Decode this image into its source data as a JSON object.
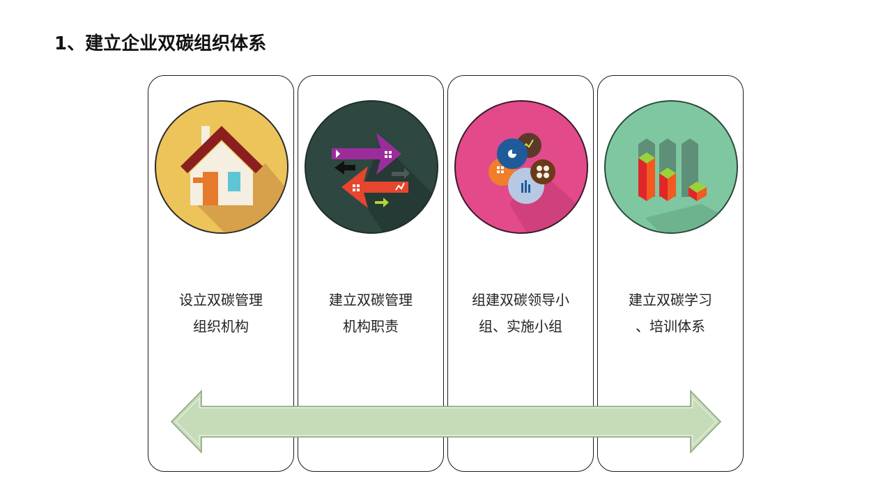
{
  "title": "1、建立企业双碳组织体系",
  "cards": [
    {
      "line1": "设立双碳管理",
      "line2": "组织机构",
      "icon": "house-icon"
    },
    {
      "line1": "建立双碳管理",
      "line2": "机构职责",
      "icon": "arrows-icon"
    },
    {
      "line1": "组建双碳领导小",
      "line2": "组、实施小组",
      "icon": "bubbles-icon"
    },
    {
      "line1": "建立双碳学习",
      "line2": "、培训体系",
      "icon": "bar-chart-icon"
    }
  ],
  "colors": {
    "card1": "#ecc45a",
    "card2": "#2e4741",
    "card3": "#e24a8a",
    "card4": "#7fc7a0",
    "arrow_fill": "#c6dcb9"
  }
}
